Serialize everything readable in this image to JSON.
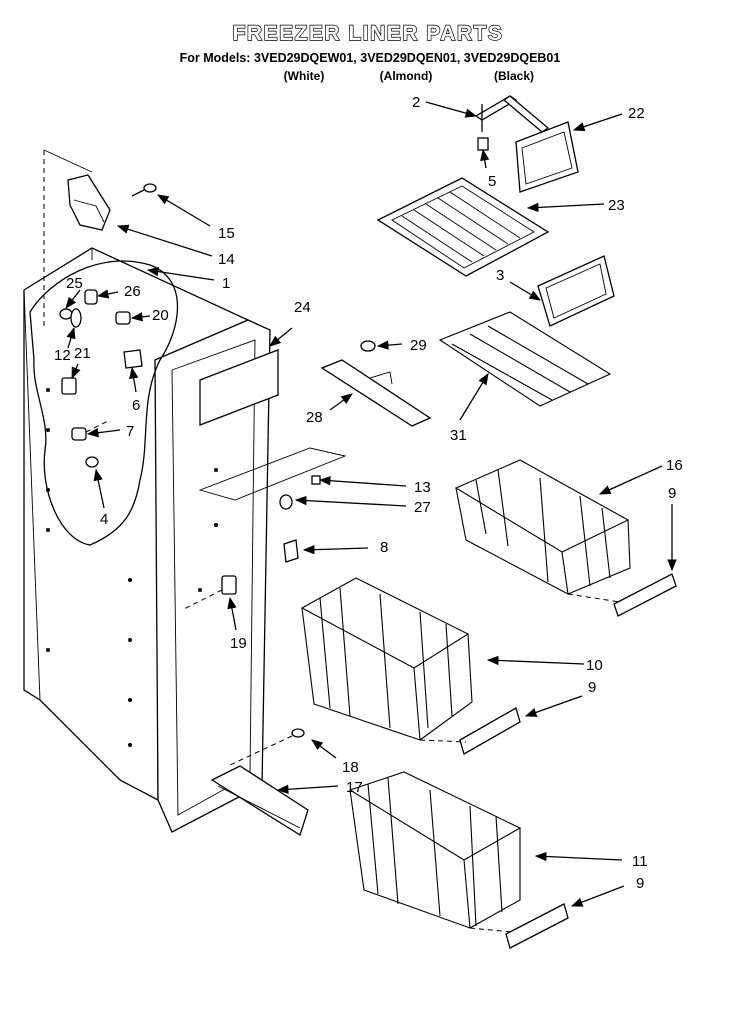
{
  "header": {
    "title": "FREEZER LINER PARTS",
    "models_line": "For Models: 3VED29DQEW01, 3VED29DQEN01, 3VED29DQEB01",
    "colors": [
      "(White)",
      "(Almond)",
      "(Black)"
    ]
  },
  "callouts": {
    "c1": "1",
    "c2": "2",
    "c3": "3",
    "c4": "4",
    "c5": "5",
    "c6": "6",
    "c7": "7",
    "c8": "8",
    "c9a": "9",
    "c9b": "9",
    "c9c": "9",
    "c10": "10",
    "c11": "11",
    "c12": "12",
    "c13": "13",
    "c14": "14",
    "c15": "15",
    "c16": "16",
    "c17": "17",
    "c18": "18",
    "c19": "19",
    "c20": "20",
    "c21": "21",
    "c22": "22",
    "c23": "23",
    "c24": "24",
    "c25": "25",
    "c26": "26",
    "c27": "27",
    "c28": "28",
    "c29": "29",
    "c31": "31"
  }
}
